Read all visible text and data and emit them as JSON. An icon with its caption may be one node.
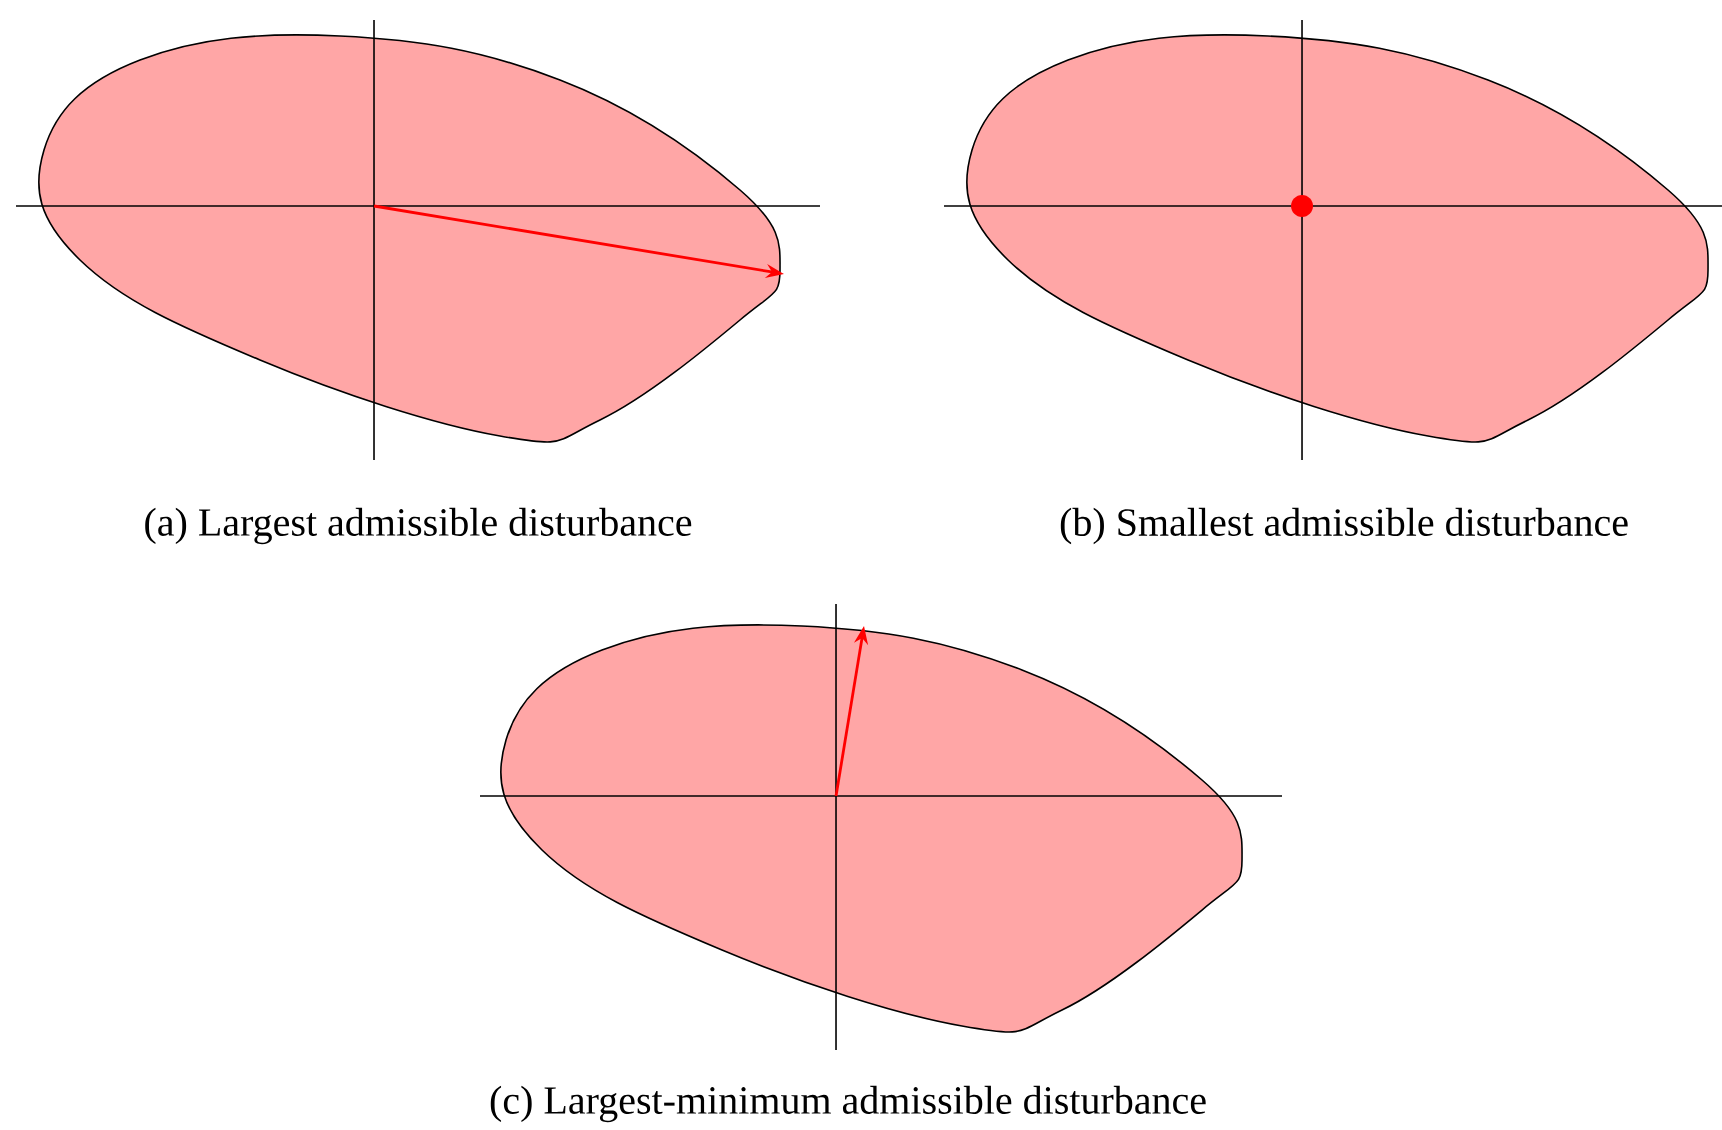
{
  "diagram": {
    "labels": [
      "(a) Largest admissible disturbance",
      "(b) Smallest admissible disturbance",
      "(c) Largest-minimum admissible disturbance"
    ]
  }
}
